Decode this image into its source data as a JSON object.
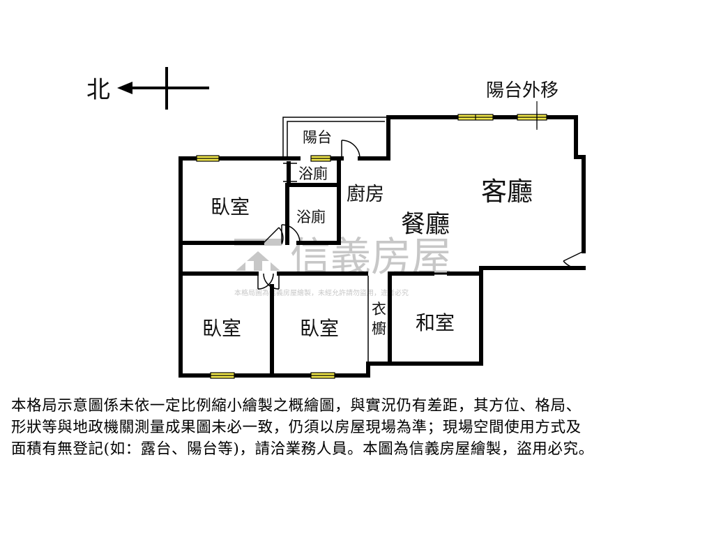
{
  "compass": {
    "north_label": "北"
  },
  "annotation": {
    "balcony_relocated": "陽台外移"
  },
  "rooms": {
    "balcony": "陽台",
    "bathroom_1": "浴廁",
    "bathroom_2": "浴廁",
    "kitchen": "廚房",
    "living_room": "客廳",
    "dining_room": "餐廳",
    "bedroom_1": "臥室",
    "bedroom_2": "臥室",
    "bedroom_3": "臥室",
    "wardrobe_top": "衣",
    "wardrobe_bottom": "櫥",
    "japanese_room": "和室"
  },
  "watermark": {
    "brand": "信義房屋",
    "notice": "本格局圖為信義房屋繪製，未經允許請勿盜用，違者必究"
  },
  "disclaimer": {
    "line1": "本格局示意圖係未依一定比例縮小繪製之概繪圖，與實況仍有差距，其方位、格局、",
    "line2": "形狀等與地政機關測量成果圖未必一致，仍須以房屋現場為準；現場空間使用方式及",
    "line3": "面積有無登記(如：露台、陽台等)，請洽業務人員。本圖為信義房屋繪製，盜用必究。"
  },
  "colors": {
    "wall": "#000000",
    "window_fill": "#f2e84a",
    "watermark": "#b4b4b4"
  }
}
